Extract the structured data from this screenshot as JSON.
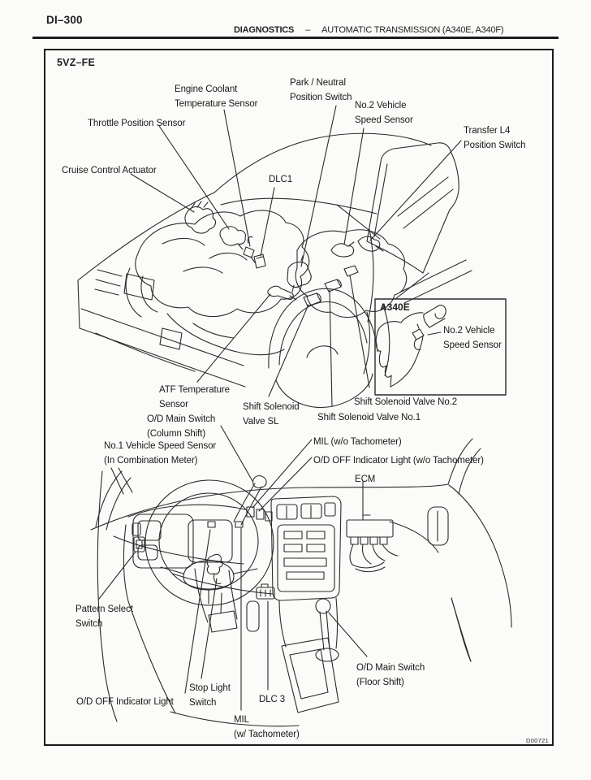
{
  "header": {
    "page_code": "DI–300",
    "section": "DIAGNOSTICS",
    "divider": "–",
    "title": "AUTOMATIC TRANSMISSION (A340E, A340F)"
  },
  "figure": {
    "engine_code": "5VZ–FE",
    "inset_code": "A340E",
    "figure_number": "D00721"
  },
  "labels": {
    "engine_coolant": [
      "Engine Coolant",
      "Temperature Sensor"
    ],
    "park_neutral": [
      "Park / Neutral",
      "Position Switch"
    ],
    "throttle": [
      "Throttle Position Sensor"
    ],
    "no2_vss_top": [
      "No.2 Vehicle",
      "Speed Sensor"
    ],
    "transfer_l4": [
      "Transfer L4",
      "Position Switch"
    ],
    "cruise": [
      "Cruise Control Actuator"
    ],
    "dlc1": [
      "DLC1"
    ],
    "no2_vss_inset": [
      "No.2 Vehicle",
      "Speed Sensor"
    ],
    "shift_sol_no2": [
      "Shift Solenoid Valve No.2"
    ],
    "shift_sol_no1": [
      "Shift Solenoid Valve No.1"
    ],
    "atf": [
      "ATF Temperature",
      "Sensor"
    ],
    "od_main_column": [
      "O/D Main Switch",
      "(Column Shift)"
    ],
    "shift_sol_sl": [
      "Shift Solenoid",
      "Valve SL"
    ],
    "no1_vss": [
      "No.1 Vehicle Speed Sensor",
      "(In Combination Meter)"
    ],
    "mil_wo_tach": [
      "MIL (w/o Tachometer)"
    ],
    "od_off_wo_tach": [
      "O/D OFF Indicator Light (w/o Tachometer)"
    ],
    "ecm": [
      "ECM"
    ],
    "pattern_select": [
      "Pattern Select",
      "Switch"
    ],
    "od_off_bottom": [
      "O/D OFF Indicator Light"
    ],
    "stop_light": [
      "Stop Light",
      "Switch"
    ],
    "dlc3": [
      "DLC 3"
    ],
    "mil_w_tach": [
      "MIL",
      "(w/ Tachometer)"
    ],
    "od_main_floor": [
      "O/D Main Switch",
      "(Floor Shift)"
    ]
  }
}
